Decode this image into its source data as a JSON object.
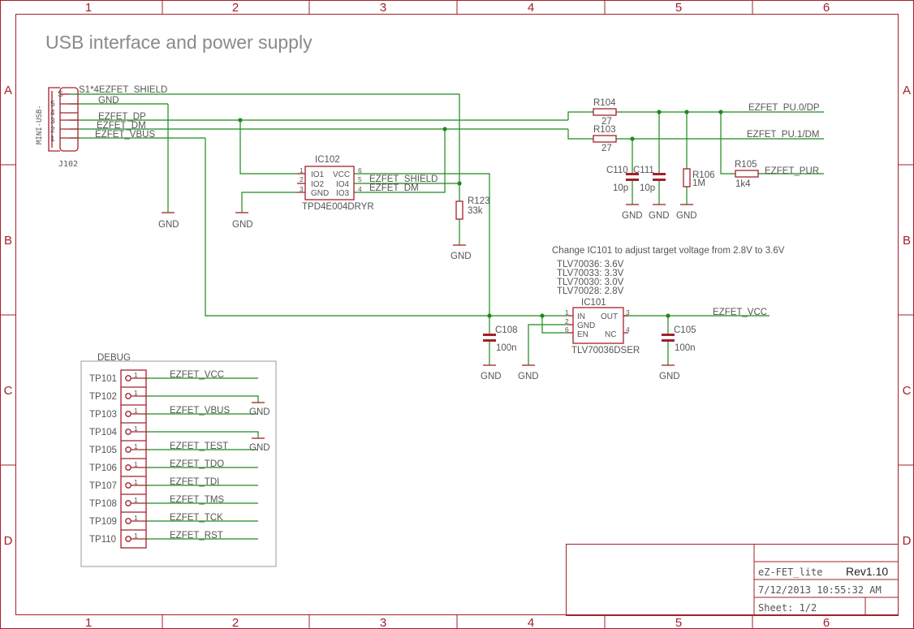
{
  "frame": {
    "columns": [
      "1",
      "2",
      "3",
      "4",
      "5",
      "6"
    ],
    "rows": [
      "A",
      "B",
      "C",
      "D"
    ]
  },
  "title": "USB interface and power supply",
  "connector": {
    "ref": "J102",
    "name": "MINI-USB-",
    "pins": [
      "S",
      "5",
      "4",
      "3",
      "2",
      "1"
    ],
    "nets": {
      "shield": "S1*4EZFET_SHIELD",
      "gnd": "GND",
      "dp": "EZFET_DP",
      "dm": "EZFET_DM",
      "vbus": "EZFET_VBUS"
    }
  },
  "ic102": {
    "ref": "IC102",
    "value": "TPD4E004DRYR",
    "pins_left": [
      "IO1",
      "IO2",
      "GND"
    ],
    "pins_right": [
      "VCC",
      "IO4",
      "IO3"
    ],
    "pin_nums_left": [
      "1",
      "2",
      "3"
    ],
    "pin_nums_right": [
      "6",
      "5",
      "4"
    ],
    "net_shield": "EZFET_SHIELD",
    "net_dm": "EZFET_DM"
  },
  "r123": {
    "ref": "R123",
    "value": "33k"
  },
  "r104": {
    "ref": "R104",
    "value": "27"
  },
  "r103": {
    "ref": "R103",
    "value": "27"
  },
  "r105": {
    "ref": "R105",
    "value": "1k4"
  },
  "r106": {
    "ref": "R106",
    "value": "1M"
  },
  "c110": {
    "ref": "C110",
    "value": "10p"
  },
  "c111": {
    "ref": "C111",
    "value": "10p"
  },
  "c108": {
    "ref": "C108",
    "value": "100n"
  },
  "c105": {
    "ref": "C105",
    "value": "100n"
  },
  "nets_right": {
    "pu0": "EZFET_PU.0/DP",
    "pu1": "EZFET_PU.1/DM",
    "pur": "EZFET_PUR",
    "vcc": "EZFET_VCC"
  },
  "gnd_label": "GND",
  "note": "Change IC101 to adjust target voltage from 2.8V to 3.6V",
  "variants": [
    "TLV70036: 3.6V",
    "TLV70033: 3.3V",
    "TLV70030: 3.0V",
    "TLV70028: 2.8V"
  ],
  "ic101": {
    "ref": "IC101",
    "value": "TLV70036DSER",
    "pins_left": [
      "IN",
      "GND",
      "EN"
    ],
    "pins_right": [
      "OUT",
      "NC"
    ],
    "pin_nums_left": [
      "1",
      "2",
      "6"
    ],
    "pin_nums_right": [
      "3",
      "4"
    ]
  },
  "debug": {
    "title": "DEBUG",
    "testpoints": [
      {
        "tp": "TP101",
        "pin": "1",
        "net": "EZFET_VCC"
      },
      {
        "tp": "TP102",
        "pin": "1",
        "net": ""
      },
      {
        "tp": "TP103",
        "pin": "1",
        "net": "EZFET_VBUS"
      },
      {
        "tp": "TP104",
        "pin": "1",
        "net": ""
      },
      {
        "tp": "TP105",
        "pin": "1",
        "net": "EZFET_TEST"
      },
      {
        "tp": "TP106",
        "pin": "1",
        "net": "EZFET_TDO"
      },
      {
        "tp": "TP107",
        "pin": "1",
        "net": "EZFET_TDI"
      },
      {
        "tp": "TP108",
        "pin": "1",
        "net": "EZFET_TMS"
      },
      {
        "tp": "TP109",
        "pin": "1",
        "net": "EZFET_TCK"
      },
      {
        "tp": "TP110",
        "pin": "1",
        "net": "EZFET_RST"
      }
    ],
    "gnd102": "GND",
    "gnd104": "GND"
  },
  "titleblock": {
    "project": "eZ-FET_lite",
    "revision": "Rev1.10",
    "date": "7/12/2013 10:55:32 AM",
    "sheet": "Sheet: 1/2"
  }
}
